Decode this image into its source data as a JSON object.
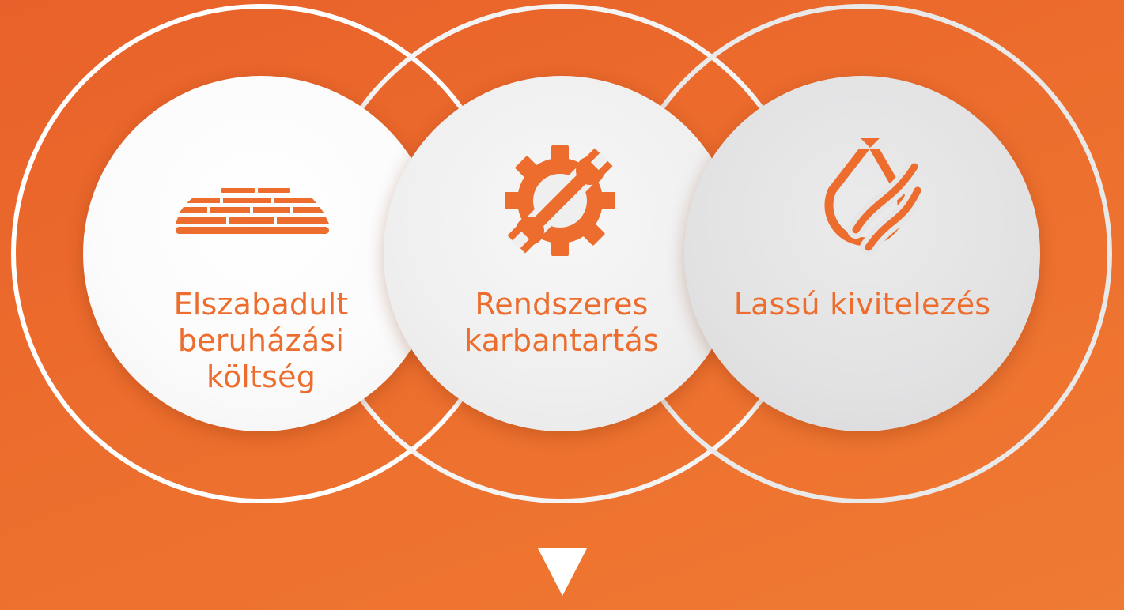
{
  "colors": {
    "background": "#ec6d2d",
    "accent": "#ec6d2d",
    "ring": "#ffffff",
    "disc": "#f4f4f4"
  },
  "items": [
    {
      "icon": "bricks-icon",
      "label": "Elszabadult\nberuházási\nköltség"
    },
    {
      "icon": "gear-wrench-icon",
      "label": "Rendszeres\nkarbantartás"
    },
    {
      "icon": "water-drop-icon",
      "label": "Lassú kivitelezés"
    }
  ],
  "arrow_icon": "arrow-down-icon"
}
